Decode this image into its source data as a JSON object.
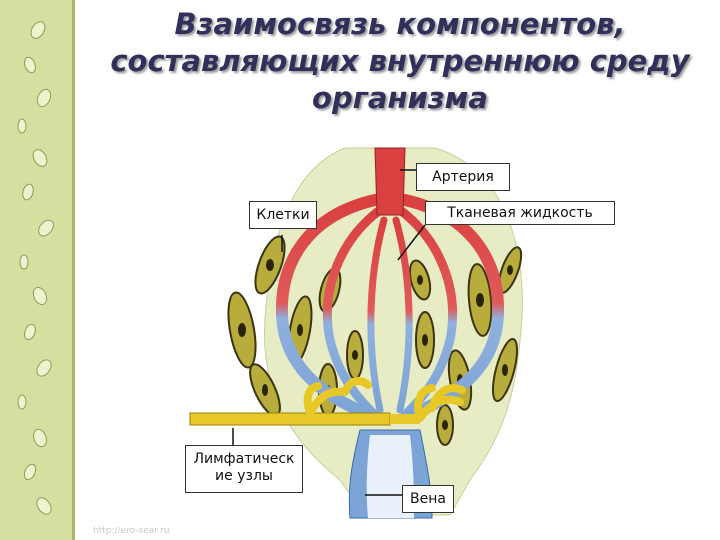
{
  "title": {
    "line1": "Взаимосвязь компонентов,",
    "line2": "составляющих внутреннюю среду",
    "line3": "организма"
  },
  "labels": {
    "artery": "Артерия",
    "cells": "Клетки",
    "tissue_fluid": "Тканевая жидкость",
    "lymph_nodes": "Лимфатическ ие узлы",
    "vein": "Вена"
  },
  "watermark": "http://ero-sear.ru",
  "colors": {
    "artery": "#d94040",
    "vein": "#7da4d6",
    "cells": "#b8ad3c",
    "lymph": "#e8c826",
    "tissue_bg": "#e8ecc4",
    "strip": "#d7dfa0"
  }
}
